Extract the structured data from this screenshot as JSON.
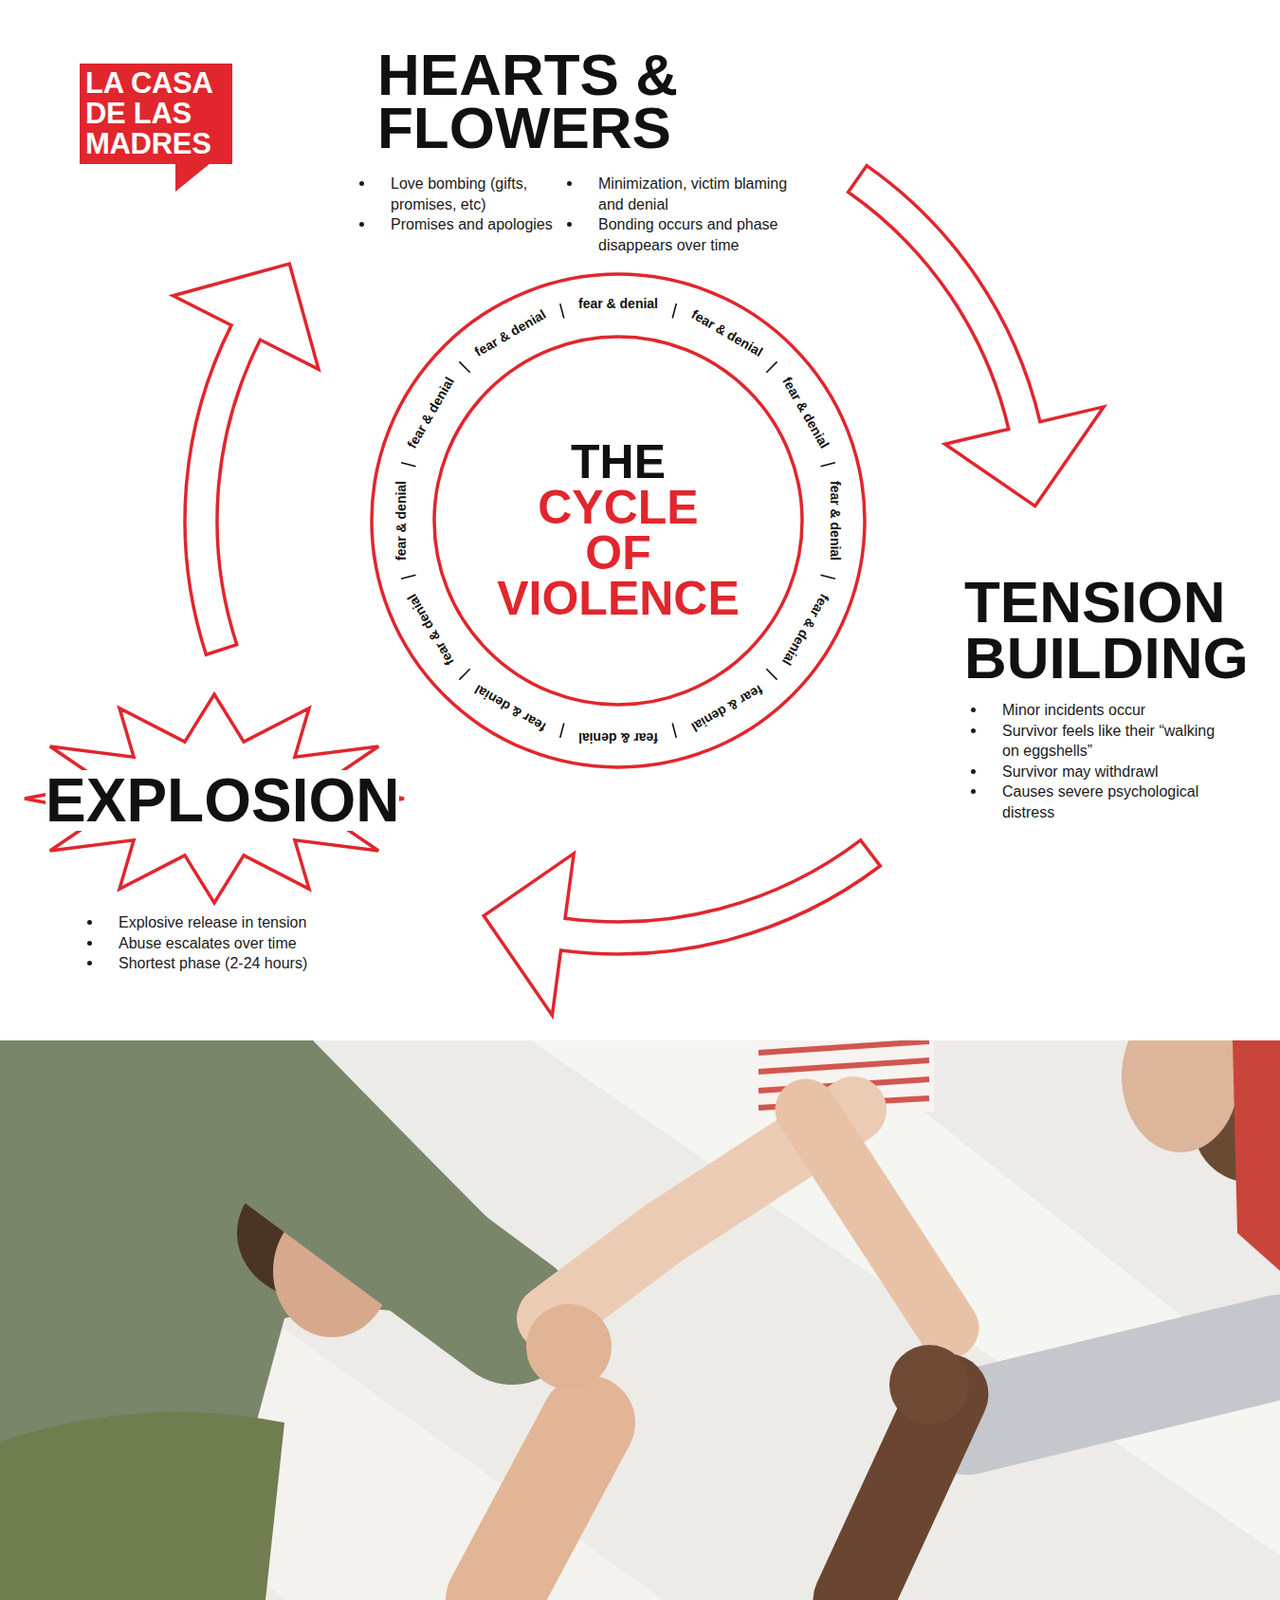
{
  "diagram": {
    "nodes": [
      {
        "text": [
          "LA CASA DE LAS MADRES"
        ]
      },
      {
        "text": [
          "HEARTS & FLOWERS",
          "Love bombing (gifts, promises, etc)",
          "Promises and apologies",
          "Minimization, victim blaming and denial",
          "Bonding occurs and phase disappears over time"
        ]
      },
      {
        "text": [
          "TENSION BUILDING",
          "Minor incidents occur",
          "Survivor feels like their “walking on eggshells”",
          "Survivor may withdrawl",
          "Causes severe psychological distress"
        ]
      },
      {
        "text": [
          "EXPLOSION",
          "Explosive release in tension",
          "Abuse escalates over time",
          "Shortest phase (2-24 hours)"
        ]
      },
      {
        "text": [
          "fear & denial",
          "fear & denial",
          "fear & denial",
          "fear & denial",
          "fear & denial",
          "fear & denial",
          "fear & denial",
          "fear & denial",
          "fear & denial",
          "fear & denial",
          "fear & denial",
          "fear & denial"
        ]
      },
      {
        "text": [
          "THE",
          "CYCLE OF VIOLENCE"
        ],
        "in": 4
      }
    ],
    "edges": [
      {
        "from": 1,
        "to": 2,
        "arrow": "to"
      },
      {
        "from": 2,
        "to": 3,
        "arrow": "to"
      },
      {
        "from": 3,
        "to": 1,
        "arrow": "to"
      }
    ]
  }
}
